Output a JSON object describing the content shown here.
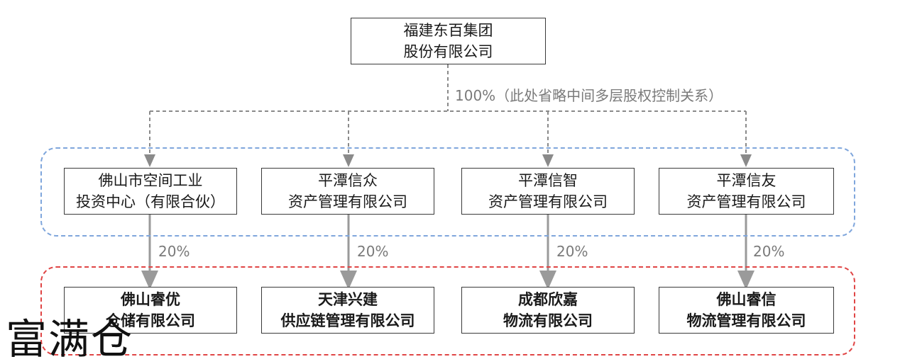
{
  "top_company": {
    "line1": "福建东百集团",
    "line2": "股份有限公司"
  },
  "top_edge_label": "100%（此处省略中间多层股权控制关系）",
  "middle": [
    {
      "line1": "佛山市空间工业",
      "line2": "投资中心（有限合伙）"
    },
    {
      "line1": "平潭信众",
      "line2": "资产管理有限公司"
    },
    {
      "line1": "平潭信智",
      "line2": "资产管理有限公司"
    },
    {
      "line1": "平潭信友",
      "line2": "资产管理有限公司"
    }
  ],
  "edge_labels": [
    "20%",
    "20%",
    "20%",
    "20%"
  ],
  "bottom": [
    {
      "line1": "佛山睿优",
      "line2": "仓储有限公司"
    },
    {
      "line1": "天津兴建",
      "line2": "供应链管理有限公司"
    },
    {
      "line1": "成都欣嘉",
      "line2": "物流有限公司"
    },
    {
      "line1": "佛山睿信",
      "line2": "物流管理有限公司"
    }
  ],
  "watermark": "富满仓",
  "colors": {
    "blue_group": "#7fa6dc",
    "red_group": "#e04545",
    "dashed_line": "#8a8a8a",
    "solid_line": "#9a9a9a"
  }
}
